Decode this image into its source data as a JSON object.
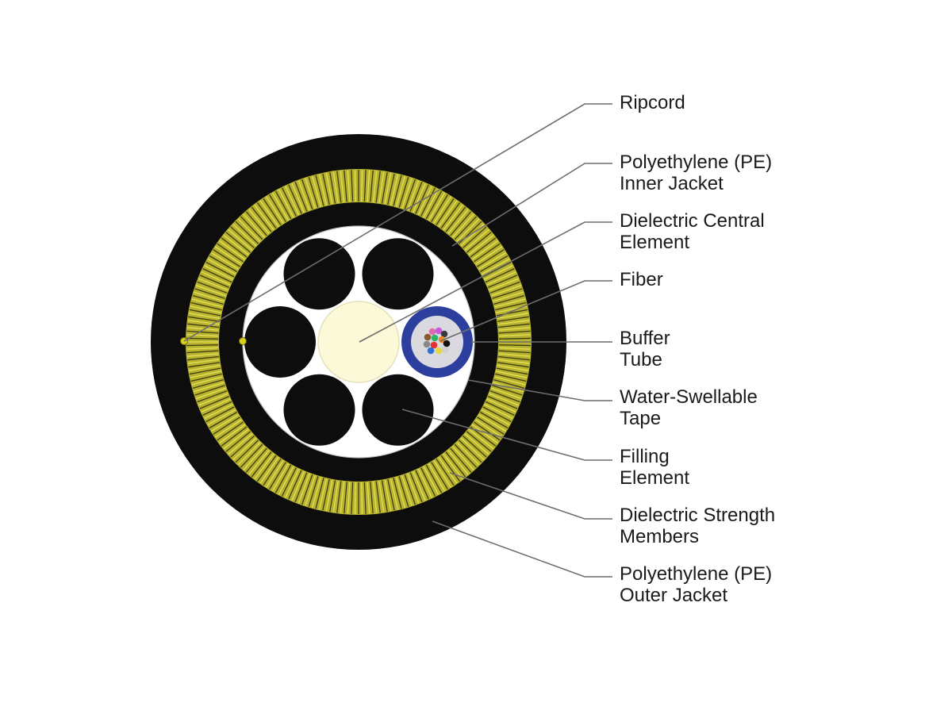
{
  "labels": [
    {
      "id": "ripcord",
      "lines": [
        "Ripcord"
      ]
    },
    {
      "id": "inner-jacket",
      "lines": [
        "Polyethylene (PE)",
        "Inner Jacket"
      ]
    },
    {
      "id": "central-element",
      "lines": [
        "Dielectric Central",
        "Element"
      ]
    },
    {
      "id": "fiber",
      "lines": [
        "Fiber"
      ]
    },
    {
      "id": "buffer-tube",
      "lines": [
        "Buffer",
        "Tube"
      ]
    },
    {
      "id": "water-swellable-tape",
      "lines": [
        "Water-Swellable",
        "Tape"
      ]
    },
    {
      "id": "filling-element",
      "lines": [
        "Filling",
        "Element"
      ]
    },
    {
      "id": "strength-members",
      "lines": [
        "Dielectric Strength",
        "Members"
      ]
    },
    {
      "id": "outer-jacket",
      "lines": [
        "Polyethylene (PE)",
        "Outer Jacket"
      ]
    }
  ],
  "colors": {
    "jacket": "#0d0d0d",
    "strength_yellow": "#c8c43a",
    "tape": "#ffffff",
    "central_element": "#fbf9d8",
    "buffer_tube": "#2d3f9e",
    "buffer_inner": "#d9d9df",
    "leader": "#6d6d6d",
    "ripcord": "#d9d21a",
    "fibers": [
      "#e06bb0",
      "#c55bd6",
      "#3a3a3a",
      "#8a5a2a",
      "#2db36a",
      "#f08a2a",
      "#888888",
      "#e83030",
      "#111111",
      "#2f6fd6",
      "#e8d640",
      "#cfcfcf"
    ]
  }
}
